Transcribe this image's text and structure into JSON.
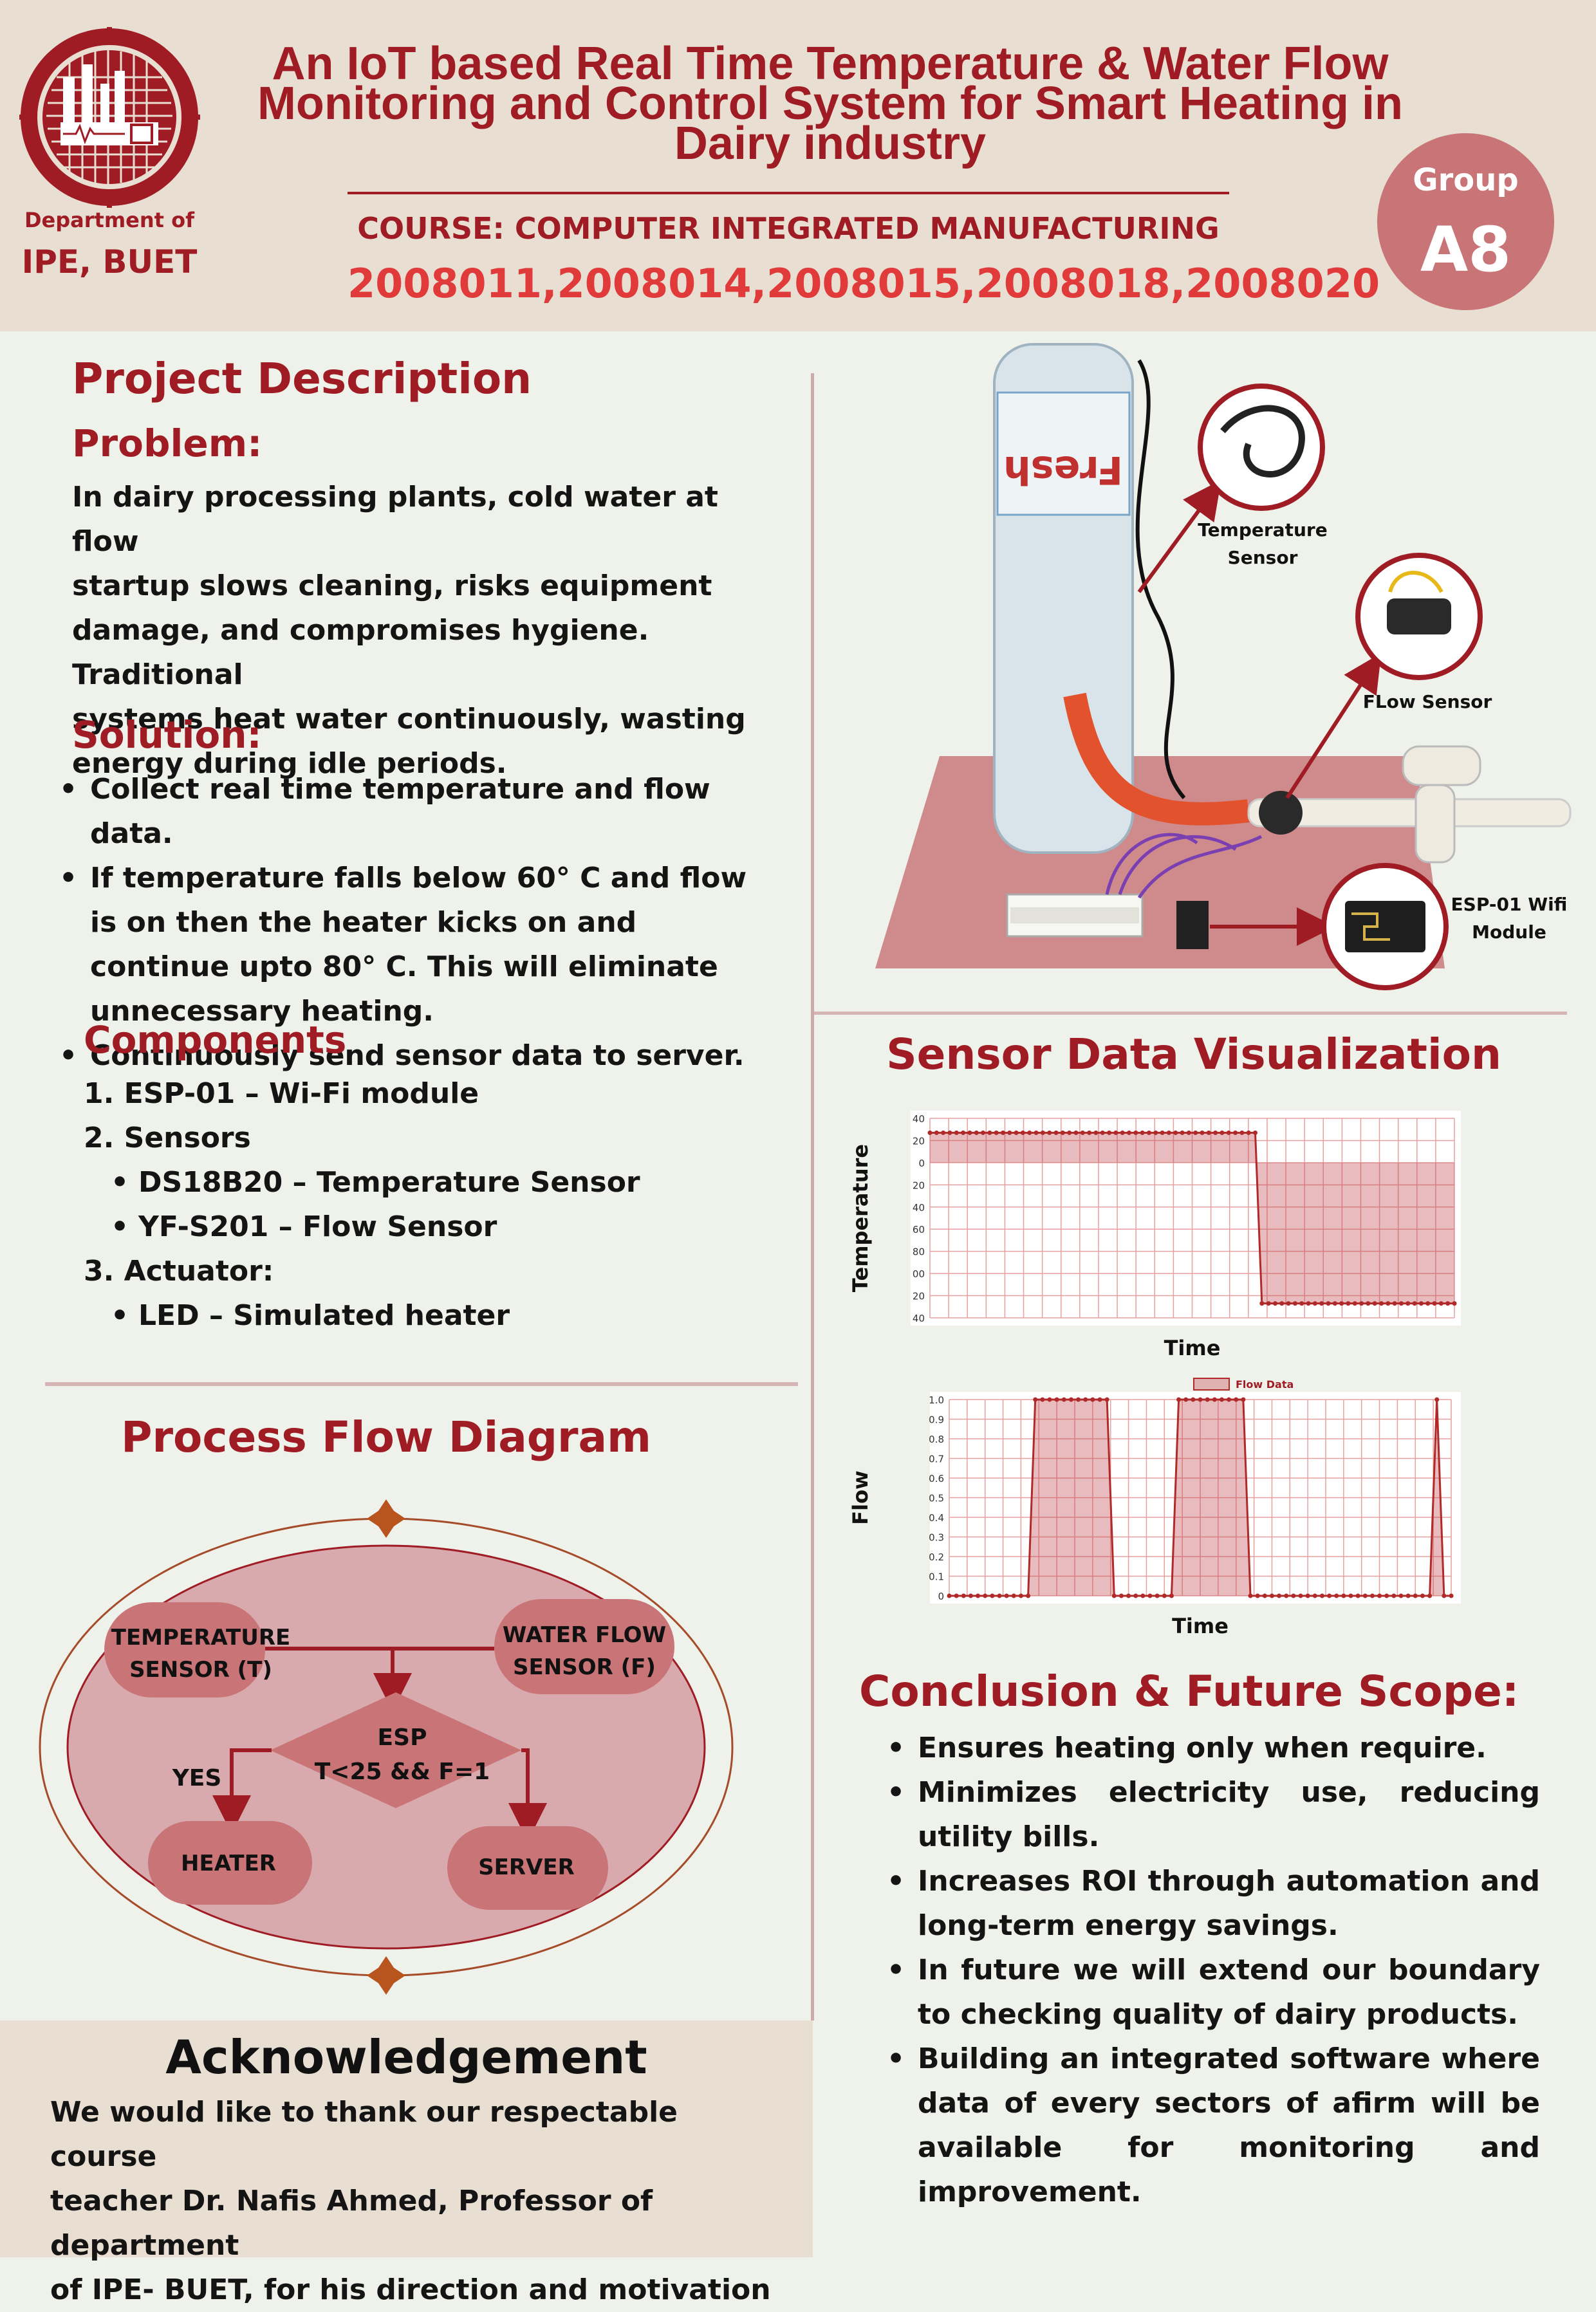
{
  "header": {
    "title_lines": [
      "An IoT based Real Time Temperature & Water Flow",
      "Monitoring and Control System for Smart Heating in",
      "Dairy industry"
    ],
    "course": "COURSE: COMPUTER INTEGRATED MANUFACTURING",
    "student_ids": "2008011,2008014,2008015,2008018,2008020",
    "department_line1": "Department of",
    "department_line2": "IPE, BUET",
    "group_label": "Group",
    "group_id": "A8"
  },
  "colors": {
    "brand_red": "#a01c24",
    "accent_pink": "#c97476",
    "header_bg": "#e8dfd2",
    "page_bg": "#eef2ea",
    "ids_red": "#e03a3a"
  },
  "project": {
    "heading": "Project Description",
    "problem_heading": "Problem:",
    "problem_lines": [
      "In dairy processing plants, cold water at flow",
      "startup slows cleaning, risks equipment",
      "damage, and compromises hygiene. Traditional",
      "systems heat water continuously, wasting",
      "energy during idle periods."
    ],
    "solution_heading": "Solution:",
    "solution_items": [
      "Collect real time temperature and flow data.",
      "If temperature falls below 60° C and flow is on then the heater kicks on and continue upto 80° C. This will eliminate unnecessary heating.",
      "Continuously send sensor data to server."
    ]
  },
  "components": {
    "heading": "Components",
    "lines": [
      {
        "text": "1. ESP-01 – Wi-Fi module",
        "bullet": false
      },
      {
        "text": "2. Sensors",
        "bullet": false
      },
      {
        "text": "DS18B20 – Temperature Sensor",
        "bullet": true
      },
      {
        "text": "YF-S201 – Flow Sensor",
        "bullet": true
      },
      {
        "text": "3. Actuator:",
        "bullet": false
      },
      {
        "text": "LED – Simulated heater",
        "bullet": true
      }
    ]
  },
  "hardware_labels": {
    "temperature_sensor": [
      "Temperature",
      "Sensor"
    ],
    "flow_sensor": "FLow Sensor",
    "wifi_module": [
      "ESP-01 Wifi",
      "Module"
    ],
    "bottle_brand": "Fresh"
  },
  "process_flow": {
    "heading": "Process Flow Diagram",
    "nodes": {
      "temperature_sensor": [
        "TEMPERATURE",
        "SENSOR (T)"
      ],
      "water_flow_sensor": [
        "WATER FLOW",
        "SENSOR (F)"
      ],
      "esp": [
        "ESP",
        "T<25 && F=1"
      ],
      "heater": "HEATER",
      "server": "SERVER"
    },
    "yes_label": "YES"
  },
  "visualization": {
    "heading": "Sensor Data Visualization",
    "temp_chart": {
      "ylabel": "Temperature",
      "xlabel": "Time",
      "ytick_labels": [
        "40",
        "20",
        "0",
        "20",
        "40",
        "60",
        "80",
        "00",
        "20",
        "40"
      ]
    },
    "flow_chart": {
      "ylabel": "Flow",
      "xlabel": "Time",
      "legend": "Flow Data",
      "ytick_labels": [
        "1.0",
        "0.9",
        "0.8",
        "0.7",
        "0.6",
        "0.5",
        "0.4",
        "0.3",
        "0.2",
        "0.1",
        "0"
      ]
    }
  },
  "chart_data": [
    {
      "type": "area",
      "ylabel": "Temperature",
      "xlabel": "Time",
      "x": [
        0,
        1,
        2,
        3,
        4,
        5,
        6,
        7,
        8,
        9,
        10,
        11,
        12,
        13,
        14,
        15,
        16,
        17,
        18,
        19,
        20,
        21,
        22,
        23,
        24,
        25,
        26,
        27,
        28,
        29,
        30,
        31,
        32,
        33,
        34,
        35,
        36,
        37,
        38,
        39,
        40,
        41,
        42,
        43,
        44,
        45,
        46,
        47,
        48,
        49,
        50,
        51,
        52,
        53,
        54,
        55,
        56,
        57,
        58,
        59,
        60,
        61,
        62,
        63,
        64,
        65,
        66,
        67,
        68,
        69,
        70,
        71,
        72,
        73,
        74,
        75,
        76,
        77,
        78,
        79
      ],
      "series": [
        {
          "values": [
            27,
            27,
            27,
            27,
            27,
            27,
            27,
            27,
            27,
            27,
            27,
            27,
            27,
            27,
            27,
            27,
            27,
            27,
            27,
            27,
            27,
            27,
            27,
            27,
            27,
            27,
            27,
            27,
            27,
            27,
            27,
            27,
            27,
            27,
            27,
            27,
            27,
            27,
            27,
            27,
            27,
            27,
            27,
            27,
            27,
            27,
            27,
            27,
            27,
            27,
            -127,
            -127,
            -127,
            -127,
            -127,
            -127,
            -127,
            -127,
            -127,
            -127,
            -127,
            -127,
            -127,
            -127,
            -127,
            -127,
            -127,
            -127,
            -127,
            -127,
            -127,
            -127,
            -127,
            -127,
            -127,
            -127,
            -127,
            -127,
            -127,
            -127
          ]
        }
      ],
      "ylim": [
        -140,
        40
      ],
      "grid": true
    },
    {
      "type": "area",
      "ylabel": "Flow",
      "xlabel": "Time",
      "x": [
        0,
        1,
        2,
        3,
        4,
        5,
        6,
        7,
        8,
        9,
        10,
        11,
        12,
        13,
        14,
        15,
        16,
        17,
        18,
        19,
        20,
        21,
        22,
        23,
        24,
        25,
        26,
        27,
        28,
        29,
        30,
        31,
        32,
        33,
        34,
        35,
        36,
        37,
        38,
        39,
        40,
        41,
        42,
        43,
        44,
        45,
        46,
        47,
        48,
        49,
        50,
        51,
        52,
        53,
        54,
        55,
        56,
        57,
        58,
        59,
        60,
        61,
        62,
        63,
        64,
        65,
        66,
        67,
        68,
        69,
        70
      ],
      "series": [
        {
          "name": "Flow Data",
          "values": [
            0,
            0,
            0,
            0,
            0,
            0,
            0,
            0,
            0,
            0,
            0,
            0,
            1,
            1,
            1,
            1,
            1,
            1,
            1,
            1,
            1,
            1,
            1,
            0,
            0,
            0,
            0,
            0,
            0,
            0,
            0,
            0,
            1,
            1,
            1,
            1,
            1,
            1,
            1,
            1,
            1,
            1,
            0,
            0,
            0,
            0,
            0,
            0,
            0,
            0,
            0,
            0,
            0,
            0,
            0,
            0,
            0,
            0,
            0,
            0,
            0,
            0,
            0,
            0,
            0,
            0,
            0,
            0,
            1,
            0,
            0
          ]
        }
      ],
      "ylim": [
        0,
        1.0
      ],
      "legend": "top-center",
      "grid": true
    }
  ],
  "conclusion": {
    "heading": "Conclusion & Future Scope:",
    "items": [
      "Ensures heating only when require.",
      "Minimizes electricity use, reducing utility bills.",
      "Increases ROI through automation and long-term energy savings.",
      "In future we will extend our boundary to checking quality of dairy products.",
      "Building an integrated software where data of every sectors of afirm will be available for monitoring and improvement."
    ]
  },
  "acknowledgement": {
    "heading": "Acknowledgement",
    "lines": [
      "We would like to thank our respectable course",
      "teacher Dr. Nafis Ahmed, Professor of department",
      "of IPE- BUET,  for his direction and motivation"
    ]
  }
}
